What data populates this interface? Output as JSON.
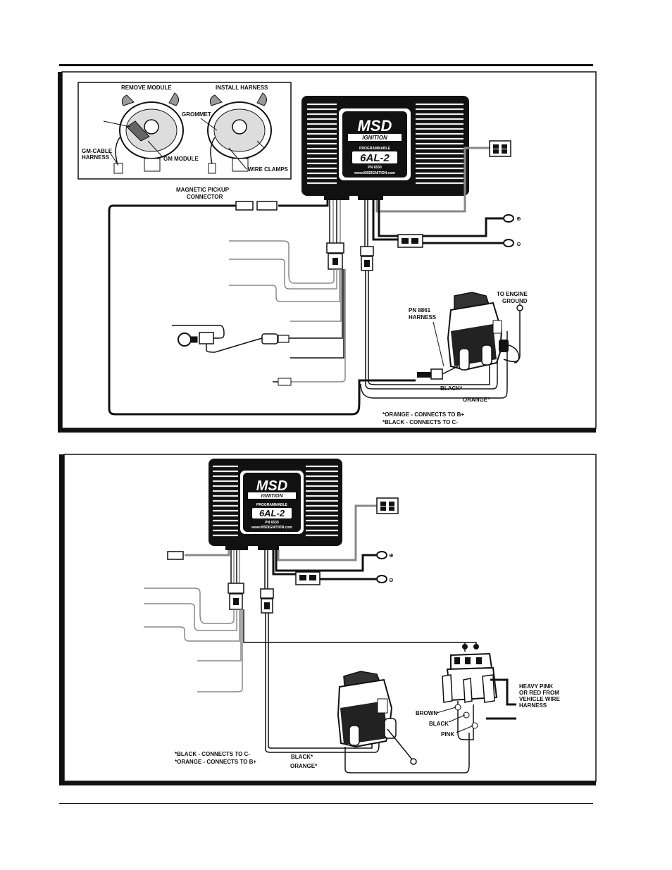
{
  "diagram_top": {
    "inset": {
      "remove_module": "REMOVE MODULE",
      "install_harness": "INSTALL HARNESS",
      "grommet": "GROMMET",
      "gm_cable_harness_1": "GM-CABLE",
      "gm_cable_harness_2": "HARNESS",
      "gm_module": "GM MODULE",
      "wire_clamps": "WIRE CLAMPS"
    },
    "box": {
      "brand": "MSD",
      "brand_sub": "IGNITION",
      "programmable": "PROGRAMMABLE",
      "model": "6AL-2",
      "part_number": "PN 6530",
      "website": "www.MSDIGNITION.com"
    },
    "magnetic_pickup_1": "MAGNETIC PICKUP",
    "magnetic_pickup_2": "CONNECTOR",
    "pn_harness_1": "PN 8861",
    "pn_harness_2": "HARNESS",
    "engine_ground_1": "TO ENGINE",
    "engine_ground_2": "GROUND",
    "black_wire": "BLACK*",
    "orange_wire": "ORANGE*",
    "note_1": "*ORANGE - CONNECTS TO B+",
    "note_2": "*BLACK - CONNECTS TO C-"
  },
  "diagram_bottom": {
    "box": {
      "brand": "MSD",
      "brand_sub": "IGNITION",
      "programmable": "PROGRAMMABLE",
      "model": "6AL-2",
      "part_number": "PN 6530",
      "website": "www.MSDIGNITION.com"
    },
    "heavy_pink_1": "HEAVY PINK",
    "heavy_pink_2": "OR RED FROM",
    "heavy_pink_3": "VEHICLE WIRE",
    "heavy_pink_4": "HARNESS",
    "brown": "BROWN",
    "black": "BLACK",
    "pink": "PINK",
    "black_wire": "BLACK*",
    "orange_wire": "ORANGE*",
    "note_1": "*BLACK - CONNECTS TO C-",
    "note_2": "*ORANGE - CONNECTS TO B+"
  },
  "symbols": {
    "positive": "⊕",
    "negative": "⊖"
  }
}
